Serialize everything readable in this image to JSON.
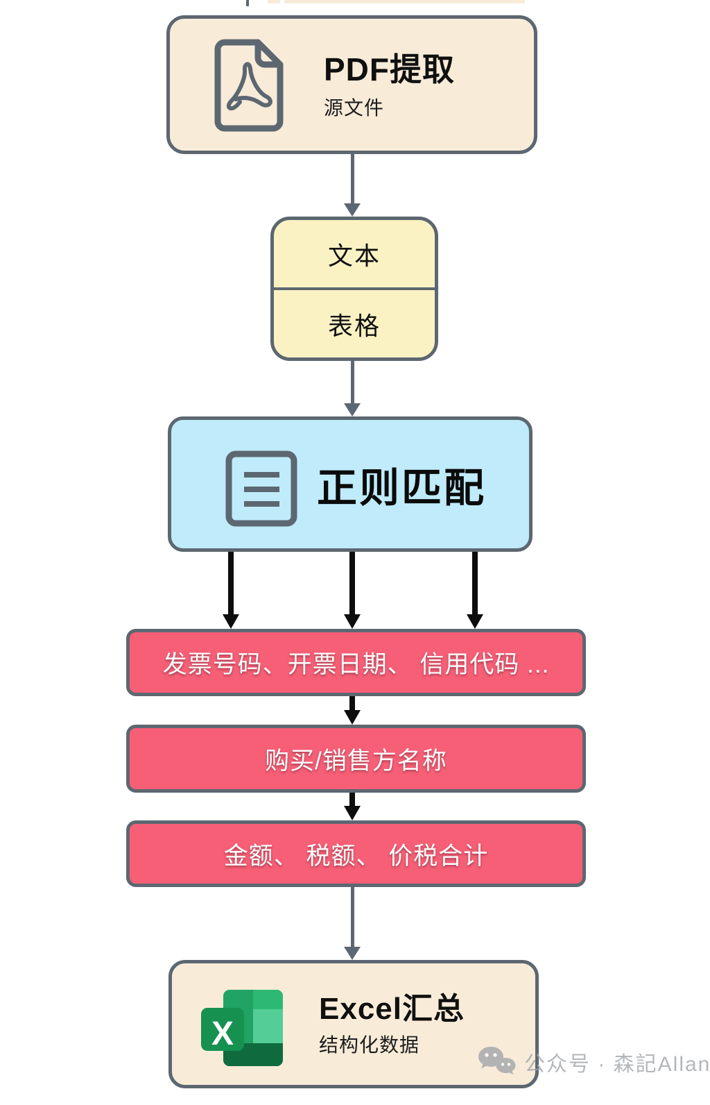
{
  "colors": {
    "bg": "#ffffff",
    "line": "#5d6771",
    "ink": "#0d0d0d",
    "cream": "#f8ecd9",
    "yellow": "#fbf2c4",
    "blue": "#bfebfa",
    "pink": "#f65f76",
    "wmcolor": "#a2a6aa",
    "excel_base": "#21a366",
    "excel_light": "#3fc98a",
    "excel_dark": "#0f6b3d",
    "excel_front": "#169150"
  },
  "flow": {
    "pdf": {
      "title": "PDF提取",
      "subtitle": "源文件",
      "icon": "pdf-file-icon"
    },
    "split": {
      "top_label": "文本",
      "bottom_label": "表格"
    },
    "regex": {
      "title": "正则匹配",
      "icon": "document-lines-icon"
    },
    "fields": [
      {
        "label": "发票号码、开票日期、 信用代码 ..."
      },
      {
        "label": "购买/销售方名称"
      },
      {
        "label": "金额、 税额、 价税合计"
      }
    ],
    "excel": {
      "title": "Excel汇总",
      "subtitle": "结构化数据",
      "letter": "X",
      "icon": "excel-icon"
    }
  },
  "watermark": {
    "label": "公众号 · 森記Allan",
    "icon": "wechat-icon"
  }
}
